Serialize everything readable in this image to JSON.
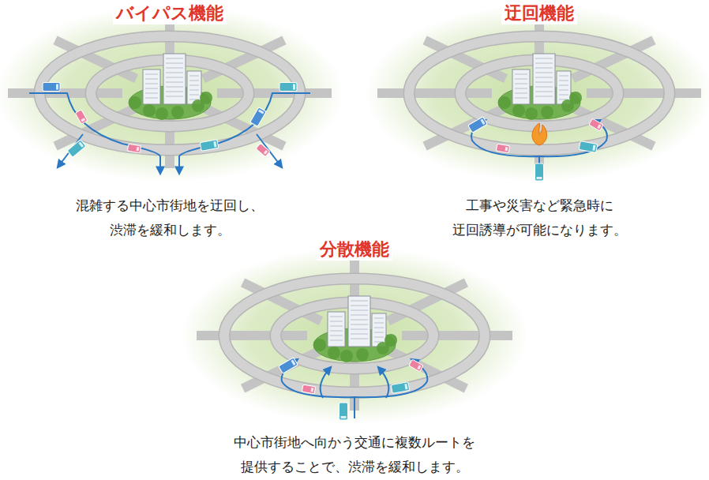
{
  "diagram": {
    "labels": [
      "バイパス機能",
      "迂回機能",
      "混雑する中心市街地を迂回し、 渋滞を緩和します。",
      "工事や災害など緊急時に 迂回誘導が可能になります。",
      "分散機能",
      "中心市街地へ向かう交通に複数ルートを 提供することで、渋滞を緩和します。"
    ]
  }
}
